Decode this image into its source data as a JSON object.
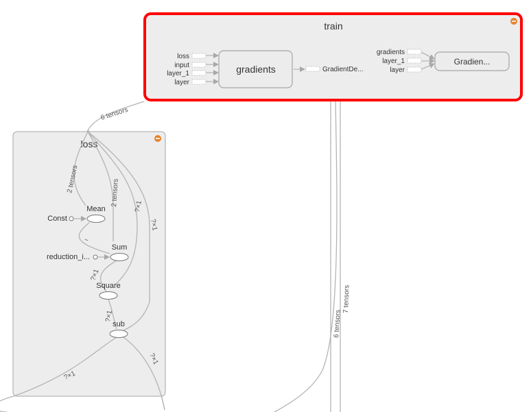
{
  "train": {
    "title": "train",
    "inputs": [
      "loss",
      "input",
      "layer_1",
      "layer"
    ],
    "gradients_node": "gradients",
    "gradient_descent_node": "GradientDe...",
    "apply_inputs": [
      "gradients",
      "layer_1",
      "layer"
    ],
    "apply_node": "Gradien..."
  },
  "loss": {
    "title": "loss",
    "nodes": {
      "mean": "Mean",
      "const": "Const",
      "sum": "Sum",
      "reduction": "reduction_i...",
      "square": "Square",
      "sub": "sub"
    }
  },
  "edges": {
    "six_tensors": "6 tensors",
    "two_tensors_a": "2 tensors",
    "two_tensors_b": "2 tensors",
    "qx1_a": "?×1",
    "qx1_b": "?×1",
    "qx1_c": "?×1",
    "qx1_d": "?×1",
    "qx1_e": "?×1",
    "qx1_f": "?×1",
    "six_tensors_v": "6 tensors",
    "seven_tensors_v": "7 tensors",
    "scalar": "~"
  },
  "colors": {
    "selection_outline": "#ff0000",
    "group_fill": "#ededed",
    "collapse_button": "#e8822f",
    "edge": "#a8a8a8"
  }
}
